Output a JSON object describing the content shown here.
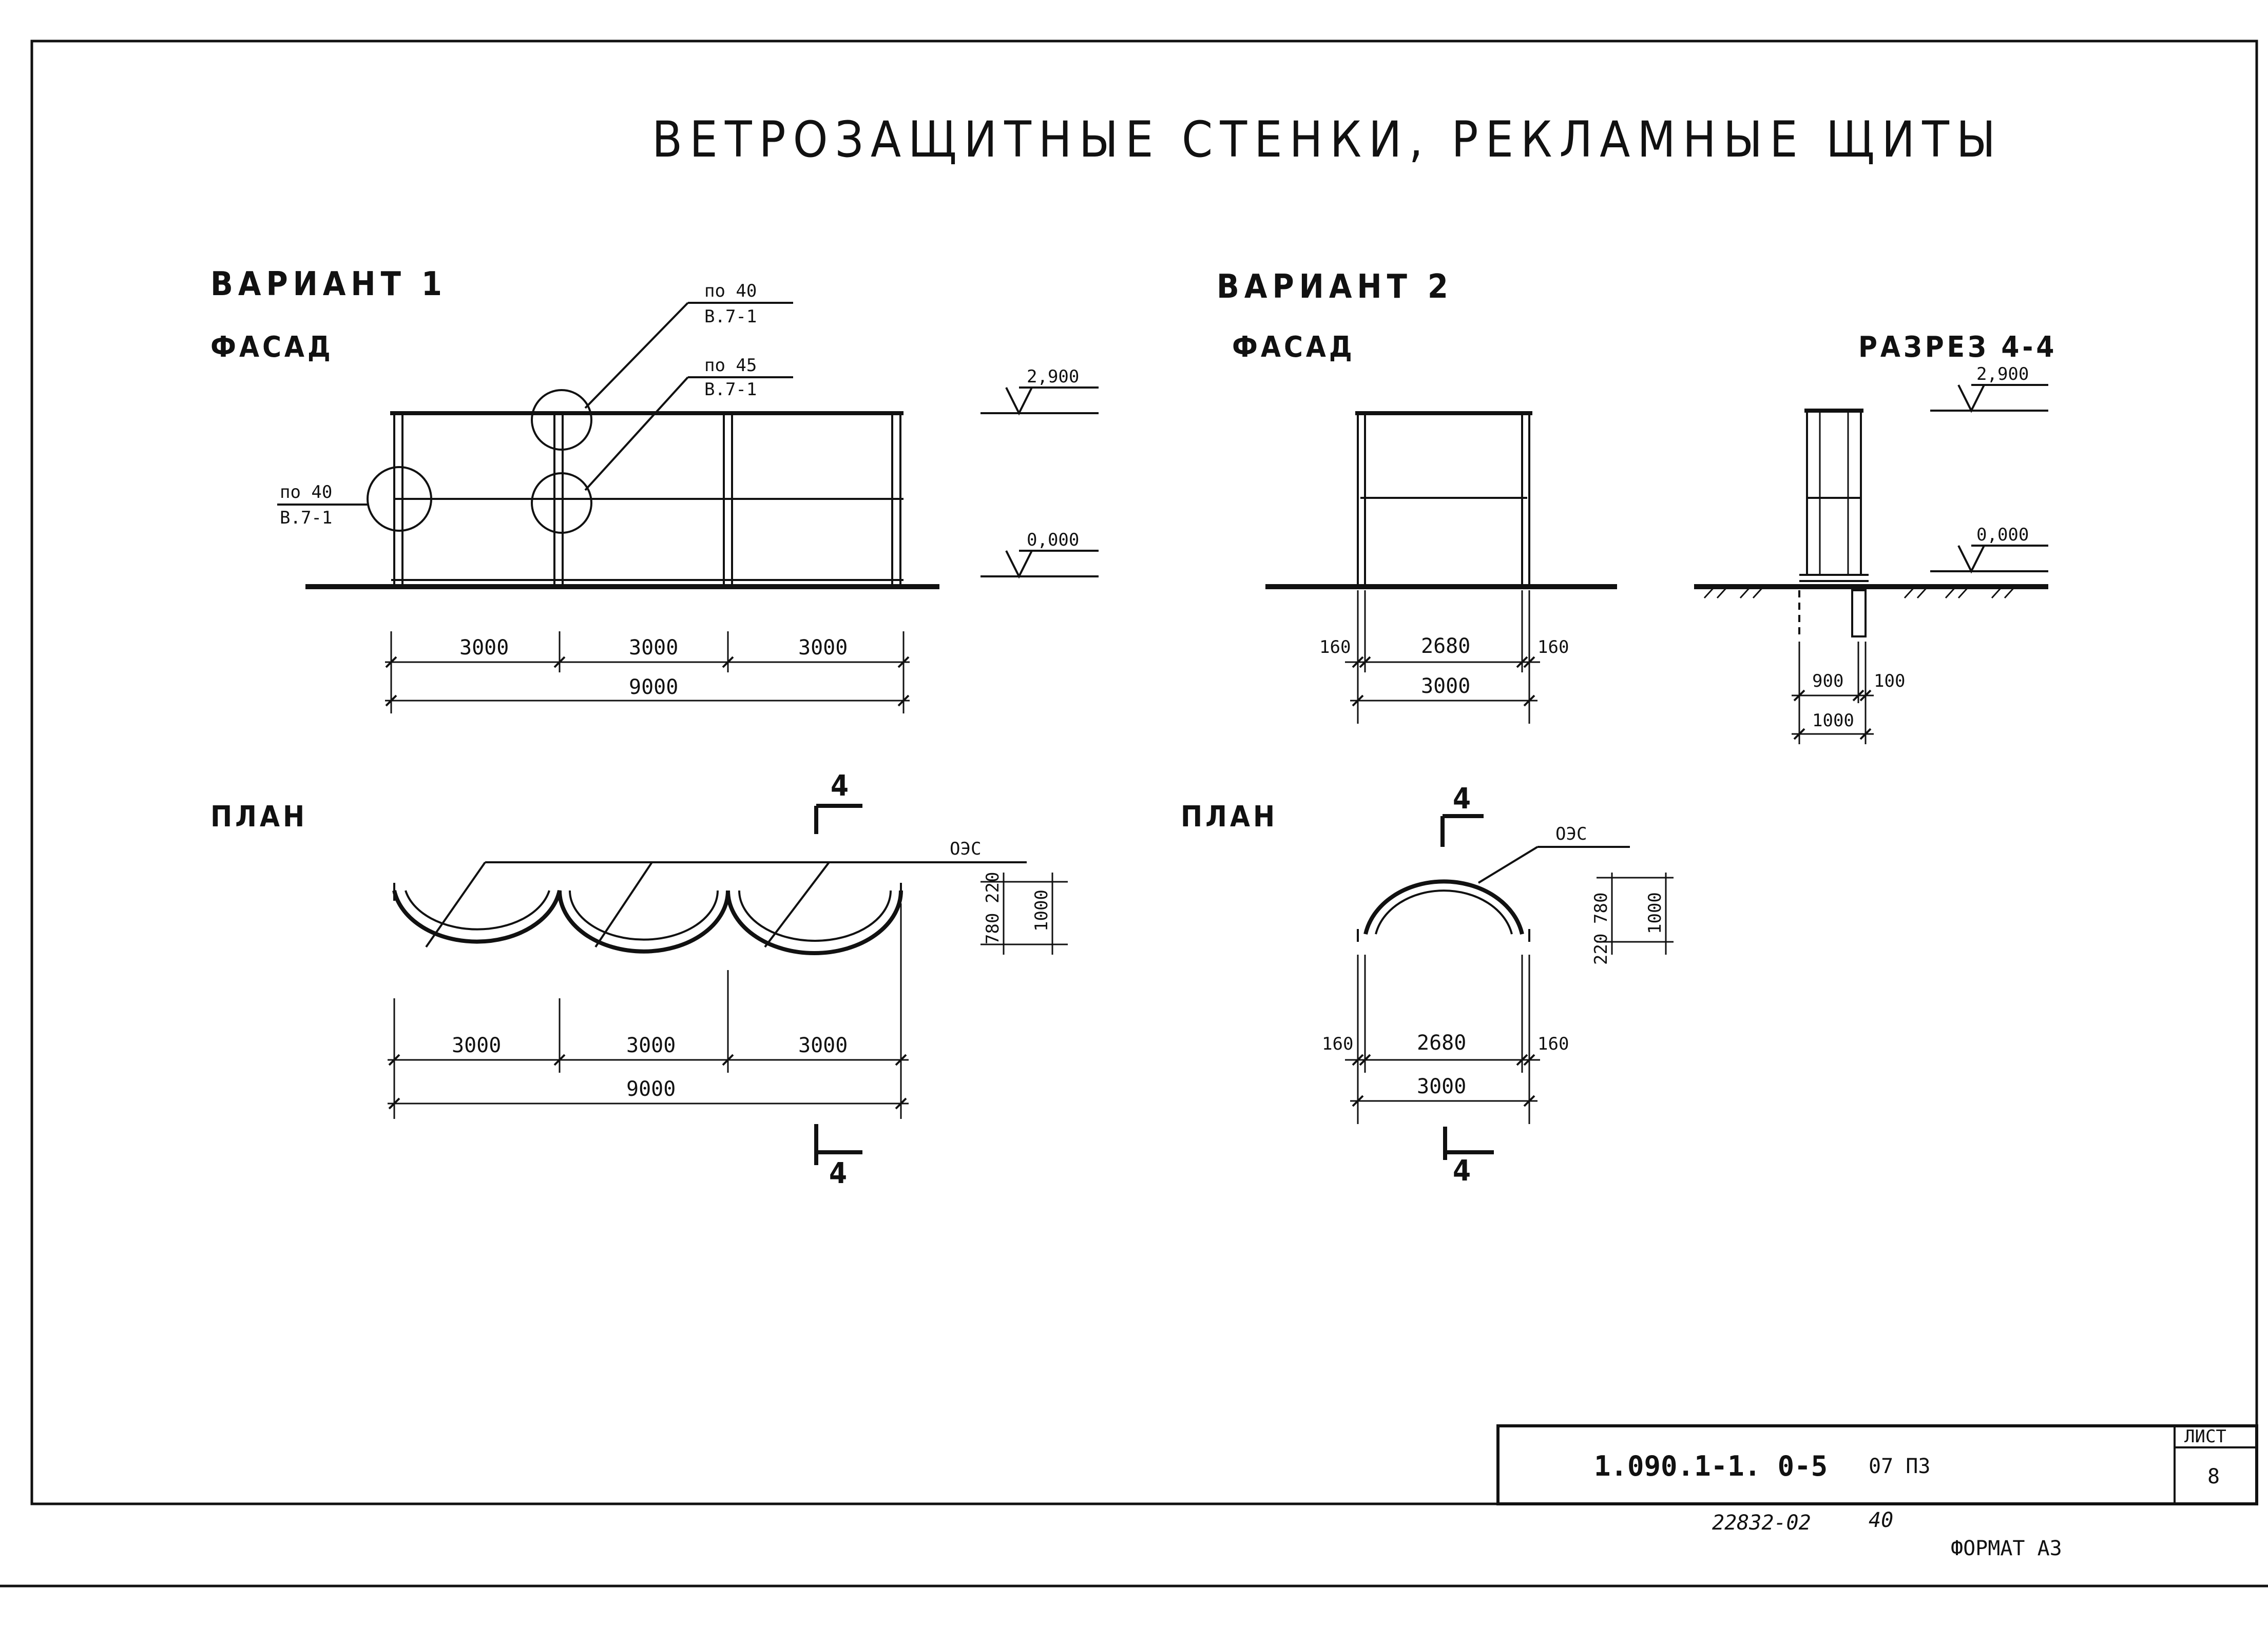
{
  "title": "ВЕТРОЗАЩИТНЫЕ СТЕНКИ, РЕКЛАМНЫЕ ЩИТЫ",
  "variant1": {
    "heading": "ВАРИАНТ 1",
    "facade_label": "ФАСАД",
    "plan_label": "ПЛАН",
    "callout_top": {
      "ref": "по 40",
      "sheet": "В.7-1"
    },
    "callout_mid": {
      "ref": "по 45",
      "sheet": "В.7-1"
    },
    "callout_left": {
      "ref": "по 40",
      "sheet": "В.7-1"
    },
    "level_top": "2,900",
    "level_ground": "0,000",
    "facade_dims": {
      "span1": "3000",
      "span2": "3000",
      "span3": "3000",
      "total": "9000"
    },
    "plan_dims": {
      "span1": "3000",
      "span2": "3000",
      "span3": "3000",
      "total": "9000",
      "d220": "220",
      "d780": "780",
      "d1000": "1000"
    },
    "plan_leader": "ОЭС",
    "section_mark": "4"
  },
  "variant2": {
    "heading": "ВАРИАНТ 2",
    "facade_label": "ФАСАД",
    "section_label": "РАЗРЕЗ 4-4",
    "plan_label": "ПЛАН",
    "level_top": "2,900",
    "level_ground": "0,000",
    "facade_dims": {
      "left": "160",
      "middle": "2680",
      "right": "160",
      "total": "3000"
    },
    "section_dims": {
      "d900": "900",
      "d100": "100",
      "total": "1000"
    },
    "plan_dims": {
      "left": "160",
      "middle": "2680",
      "right": "160",
      "total": "3000",
      "d220": "220",
      "d780": "780",
      "d1000": "1000"
    },
    "plan_leader": "ОЭС",
    "section_mark": "4"
  },
  "title_block": {
    "code": "1.090.1-1. 0-5",
    "suffix": "07 ПЗ",
    "sheet_label": "ЛИСТ",
    "sheet_number": "8"
  },
  "footer": {
    "inventory": "22832-02",
    "number": "40",
    "format": "ФОРМАТ А3"
  }
}
